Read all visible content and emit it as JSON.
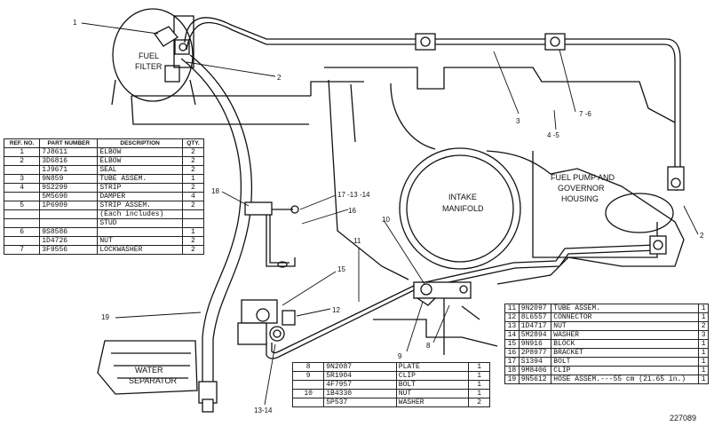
{
  "callouts": [
    "1",
    "2",
    "3",
    "4 -5",
    "7 -6",
    "17 -13 -14",
    "16",
    "18",
    "10",
    "11",
    "15",
    "12",
    "19",
    "9",
    "8",
    "13-14"
  ],
  "component_labels": {
    "fuel_filter": [
      "FUEL",
      "FILTER"
    ],
    "intake_manifold": [
      "INTAKE",
      "MANIFOLD"
    ],
    "pump_housing": [
      "FUEL PUMP AND",
      "GOVERNOR",
      "HOUSING"
    ],
    "water_separator": [
      "WATER",
      "SEPARATOR"
    ]
  },
  "drawing_number": "227089",
  "table_main": {
    "headers": [
      "REF. NO.",
      "PART NUMBER",
      "DESCRIPTION",
      "QTY."
    ],
    "rows": [
      {
        "ref": "1",
        "part": "7J8611",
        "desc": "ELBOW",
        "qty": "2"
      },
      {
        "ref": "2",
        "part": "3D6816",
        "desc": "ELBOW",
        "qty": "2"
      },
      {
        "ref": "",
        "part": "1J9671",
        "desc": "SEAL",
        "qty": "2"
      },
      {
        "ref": "3",
        "part": "9N859",
        "desc": "TUBE ASSEM.",
        "qty": "1"
      },
      {
        "ref": "4",
        "part": "9S2299",
        "desc": "STRIP",
        "qty": "2"
      },
      {
        "ref": "",
        "part": "5M5690",
        "desc": "DAMPER",
        "qty": "4"
      },
      {
        "ref": "5",
        "part": "1P6909",
        "desc": "STRIP ASSEM.",
        "qty": "2"
      },
      {
        "ref": "",
        "part": "",
        "desc": "(Each includes)",
        "qty": ""
      },
      {
        "ref": "",
        "part": "",
        "desc": "STUD",
        "qty": ""
      },
      {
        "ref": "6",
        "part": "9S8586",
        "desc": "",
        "qty": "1"
      },
      {
        "ref": "",
        "part": "1D4726",
        "desc": "NUT",
        "qty": "2"
      },
      {
        "ref": "7",
        "part": "3F9556",
        "desc": "LOCKWASHER",
        "qty": "2"
      }
    ]
  },
  "table_mid": {
    "rows": [
      {
        "ref": "8",
        "part": "9N2087",
        "desc": "PLATE",
        "qty": "1"
      },
      {
        "ref": "9",
        "part": "5R1904",
        "desc": "CLIP",
        "qty": "1"
      },
      {
        "ref": "",
        "part": "4F7957",
        "desc": "BOLT",
        "qty": "1"
      },
      {
        "ref": "10",
        "part": "1B4330",
        "desc": "NUT",
        "qty": "1"
      },
      {
        "ref": "",
        "part": "5P537",
        "desc": "WASHER",
        "qty": "2"
      }
    ]
  },
  "table_right": {
    "rows": [
      {
        "ref": "11",
        "part": "9N2097",
        "desc": "TUBE ASSEM.",
        "qty": "1"
      },
      {
        "ref": "12",
        "part": "8L6557",
        "desc": "CONNECTOR",
        "qty": "1"
      },
      {
        "ref": "13",
        "part": "1D4717",
        "desc": "NUT",
        "qty": "2"
      },
      {
        "ref": "14",
        "part": "5M2894",
        "desc": "WASHER",
        "qty": "3"
      },
      {
        "ref": "15",
        "part": "9N916",
        "desc": "BLOCK",
        "qty": "1"
      },
      {
        "ref": "16",
        "part": "2P8977",
        "desc": "BRACKET",
        "qty": "1"
      },
      {
        "ref": "17",
        "part": "S1394",
        "desc": "BOLT",
        "qty": "1"
      },
      {
        "ref": "18",
        "part": "9M8406",
        "desc": "CLIP",
        "qty": "1"
      },
      {
        "ref": "19",
        "part": "9N5612",
        "desc": "HOSE ASSEM.---55 cm (21.65 in.)",
        "qty": "1"
      }
    ]
  }
}
